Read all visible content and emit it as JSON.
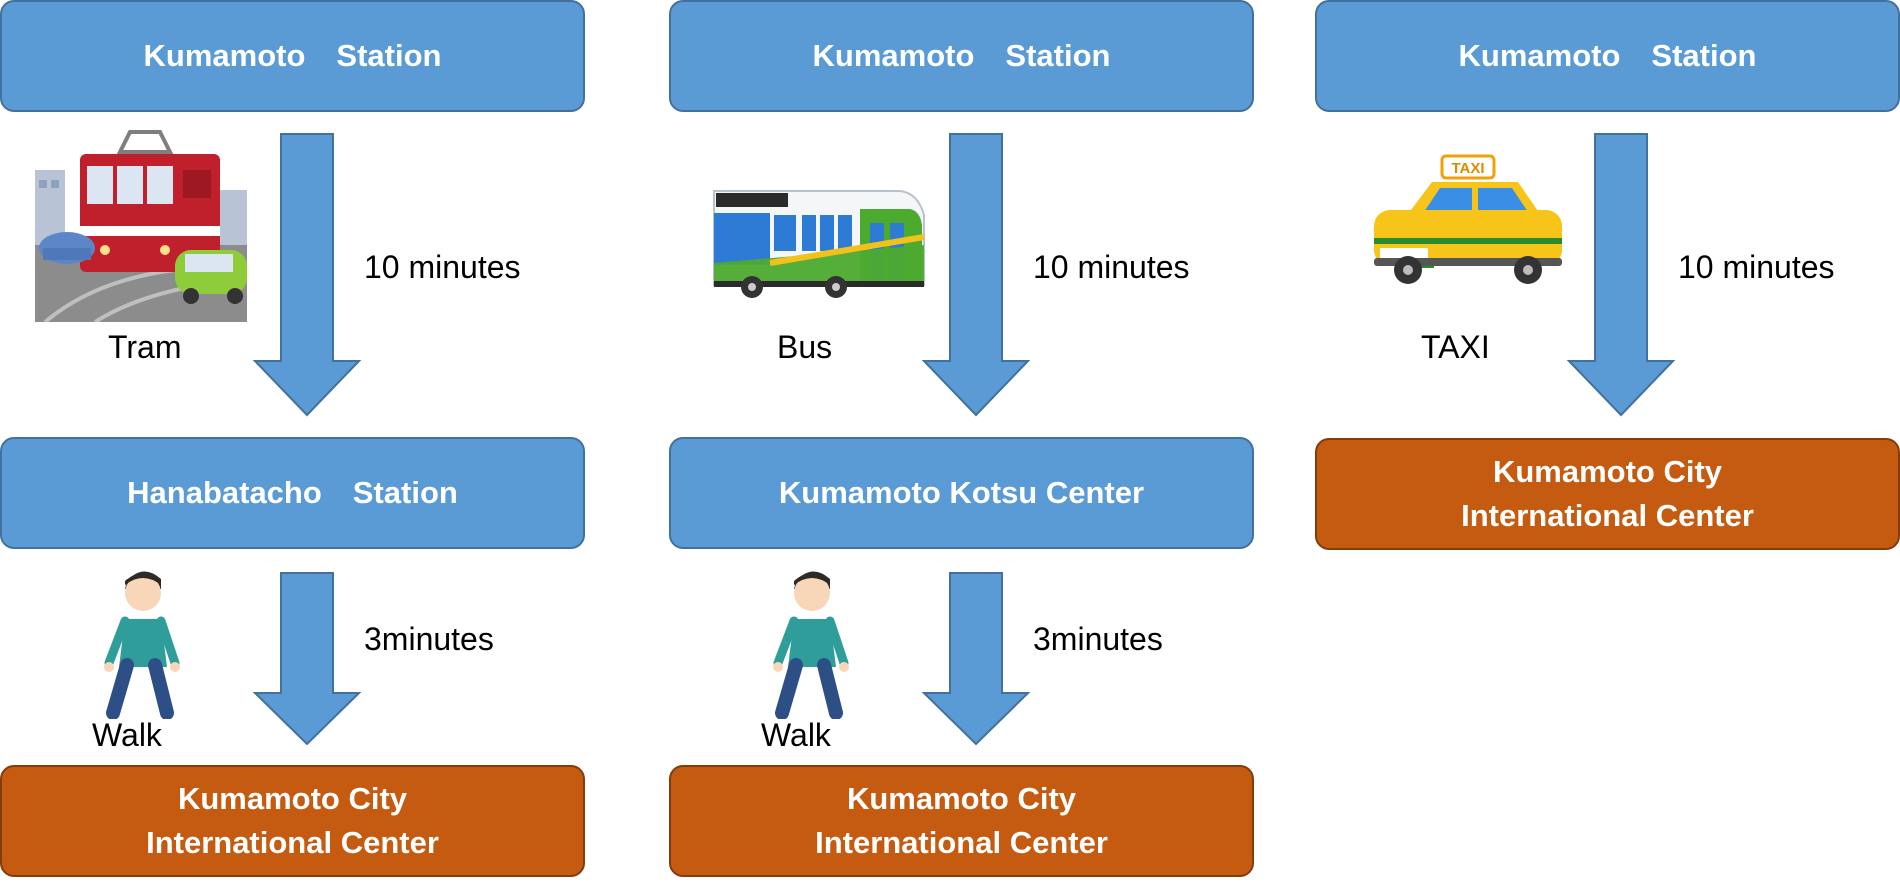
{
  "colors": {
    "box_blue": "#5b9bd5",
    "box_orange": "#c55a11",
    "arrow": "#5b9bd5"
  },
  "columns": [
    {
      "top": "Kumamoto　Station",
      "mode": "Tram",
      "mode_icon": "tram-icon",
      "duration": "10 minutes",
      "middle": "Hanabatacho　Station",
      "walk": "Walk",
      "walk_icon": "walking-man-icon",
      "walk_duration": "3minutes",
      "destination": "Kumamoto City\nInternational Center"
    },
    {
      "top": "Kumamoto　Station",
      "mode": "Bus",
      "mode_icon": "bus-icon",
      "duration": "10 minutes",
      "middle": "Kumamoto Kotsu Center",
      "walk": "Walk",
      "walk_icon": "walking-man-icon",
      "walk_duration": "3minutes",
      "destination": "Kumamoto City\nInternational Center"
    },
    {
      "top": "Kumamoto　Station",
      "mode": "TAXI",
      "mode_icon": "taxi-icon",
      "duration": "10 minutes",
      "destination": "Kumamoto City\nInternational Center"
    }
  ]
}
